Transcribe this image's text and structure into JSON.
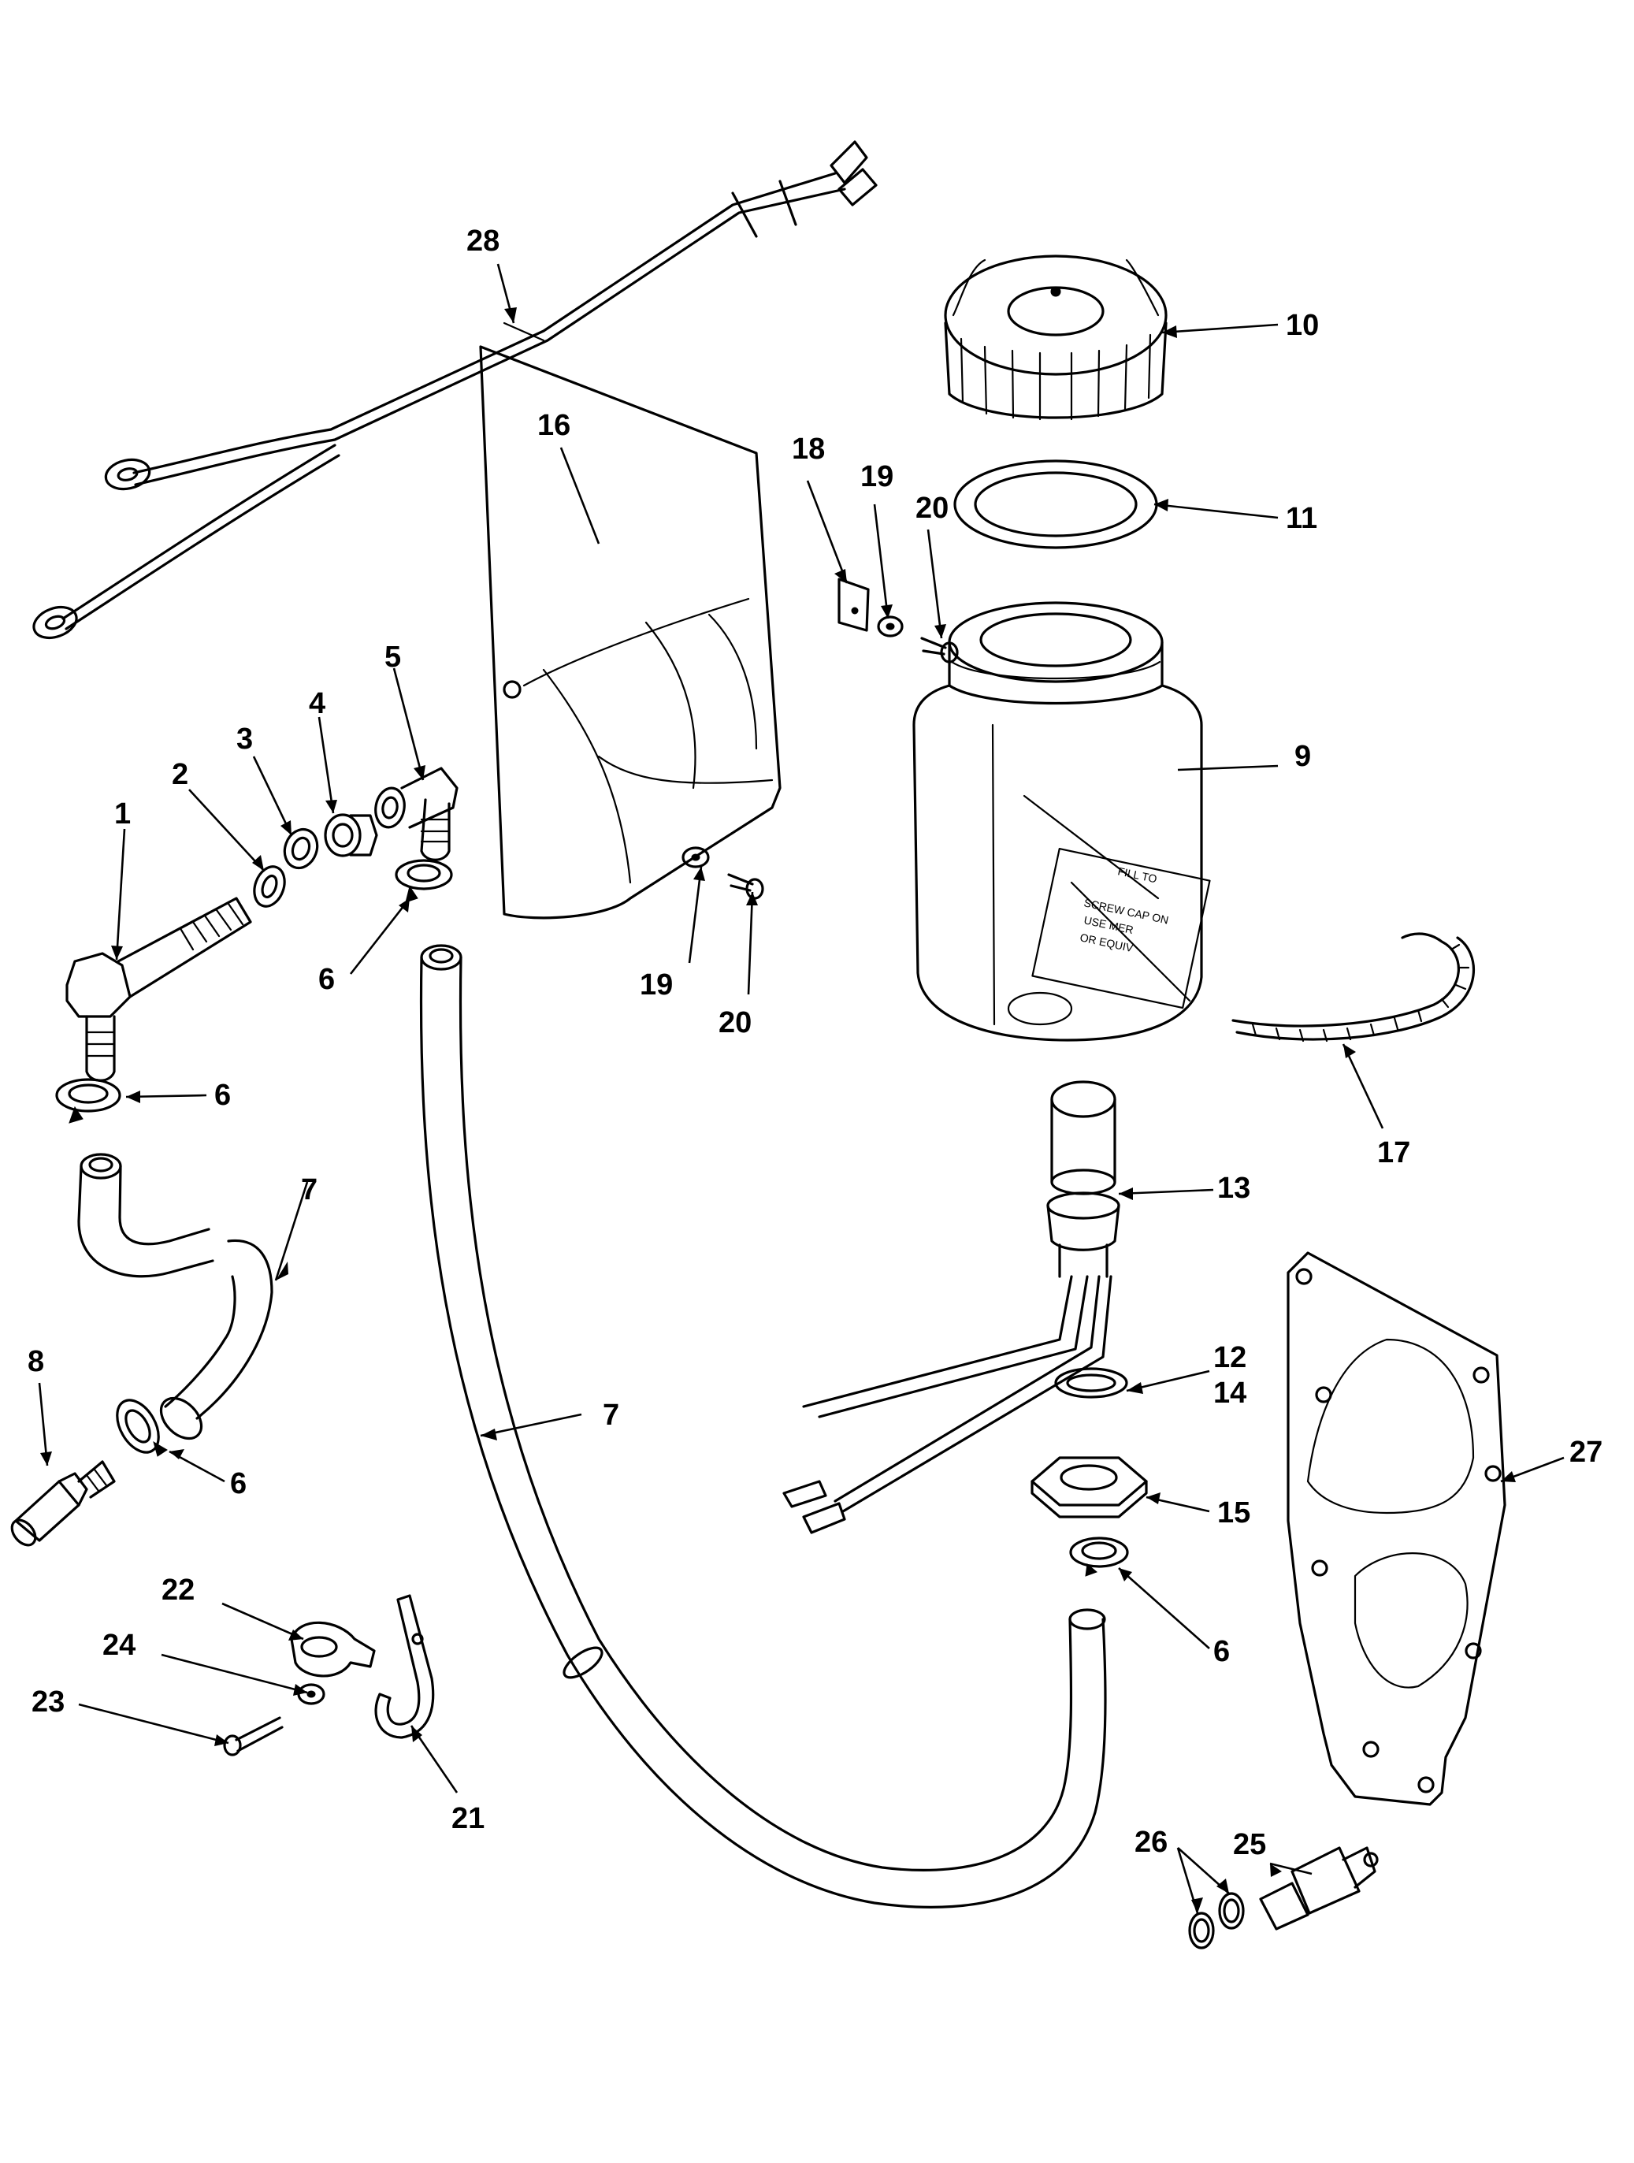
{
  "callouts": {
    "c1": "1",
    "c2": "2",
    "c3": "3",
    "c4": "4",
    "c5": "5",
    "c6a": "6",
    "c6b": "6",
    "c6c": "6",
    "c6d": "6",
    "c7a": "7",
    "c7b": "7",
    "c8": "8",
    "c9": "9",
    "c10": "10",
    "c11": "11",
    "c12": "12",
    "c13": "13",
    "c14": "14",
    "c15": "15",
    "c16": "16",
    "c17": "17",
    "c18": "18",
    "c19a": "19",
    "c19b": "19",
    "c20a": "20",
    "c20b": "20",
    "c21": "21",
    "c22": "22",
    "c23": "23",
    "c24": "24",
    "c25": "25",
    "c26": "26",
    "c27": "27",
    "c28": "28"
  },
  "reservoir_label": {
    "line1": "FILL TO",
    "line2": "SCREW CAP ON",
    "line3": "USE MER",
    "line4": "OR EQUIV"
  },
  "colors": {
    "ink": "#000000",
    "paper": "#ffffff"
  }
}
